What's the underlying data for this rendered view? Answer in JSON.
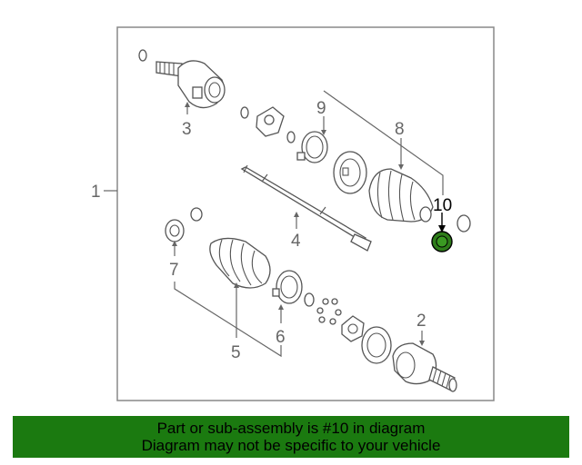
{
  "diagram": {
    "callouts": {
      "c1": "1",
      "c2": "2",
      "c3": "3",
      "c4": "4",
      "c5": "5",
      "c6": "6",
      "c7": "7",
      "c8": "8",
      "c9": "9",
      "c10": "10"
    },
    "highlight_color": "#2e7d1a"
  },
  "banner": {
    "line1": "Part or sub-assembly is #10 in diagram",
    "line2": "Diagram may not be specific to your vehicle",
    "background_color": "#1b7a10"
  }
}
